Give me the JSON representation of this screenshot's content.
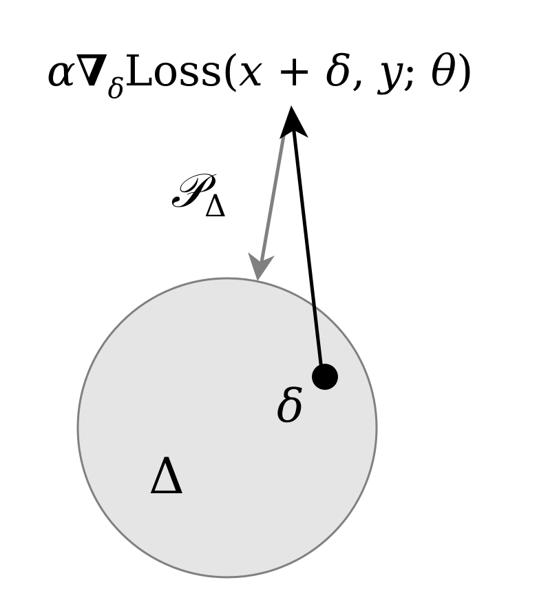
{
  "formula": {
    "alpha": "α",
    "nabla": "∇",
    "sub_delta": "δ",
    "loss": "Loss",
    "open_paren": "(",
    "x": "x",
    "plus": " + ",
    "delta": "δ",
    "comma1": ", ",
    "y": "y",
    "semicolon": "; ",
    "theta": "θ",
    "close_paren": ")"
  },
  "projection_label": {
    "P": "𝒫",
    "sub": "Δ"
  },
  "point_label": "δ",
  "set_label": "Δ",
  "colors": {
    "set_fill": "#e5e5e5",
    "set_stroke": "#808080",
    "projection_arrow": "#808080",
    "gradient_arrow": "#000000",
    "point": "#000000"
  }
}
